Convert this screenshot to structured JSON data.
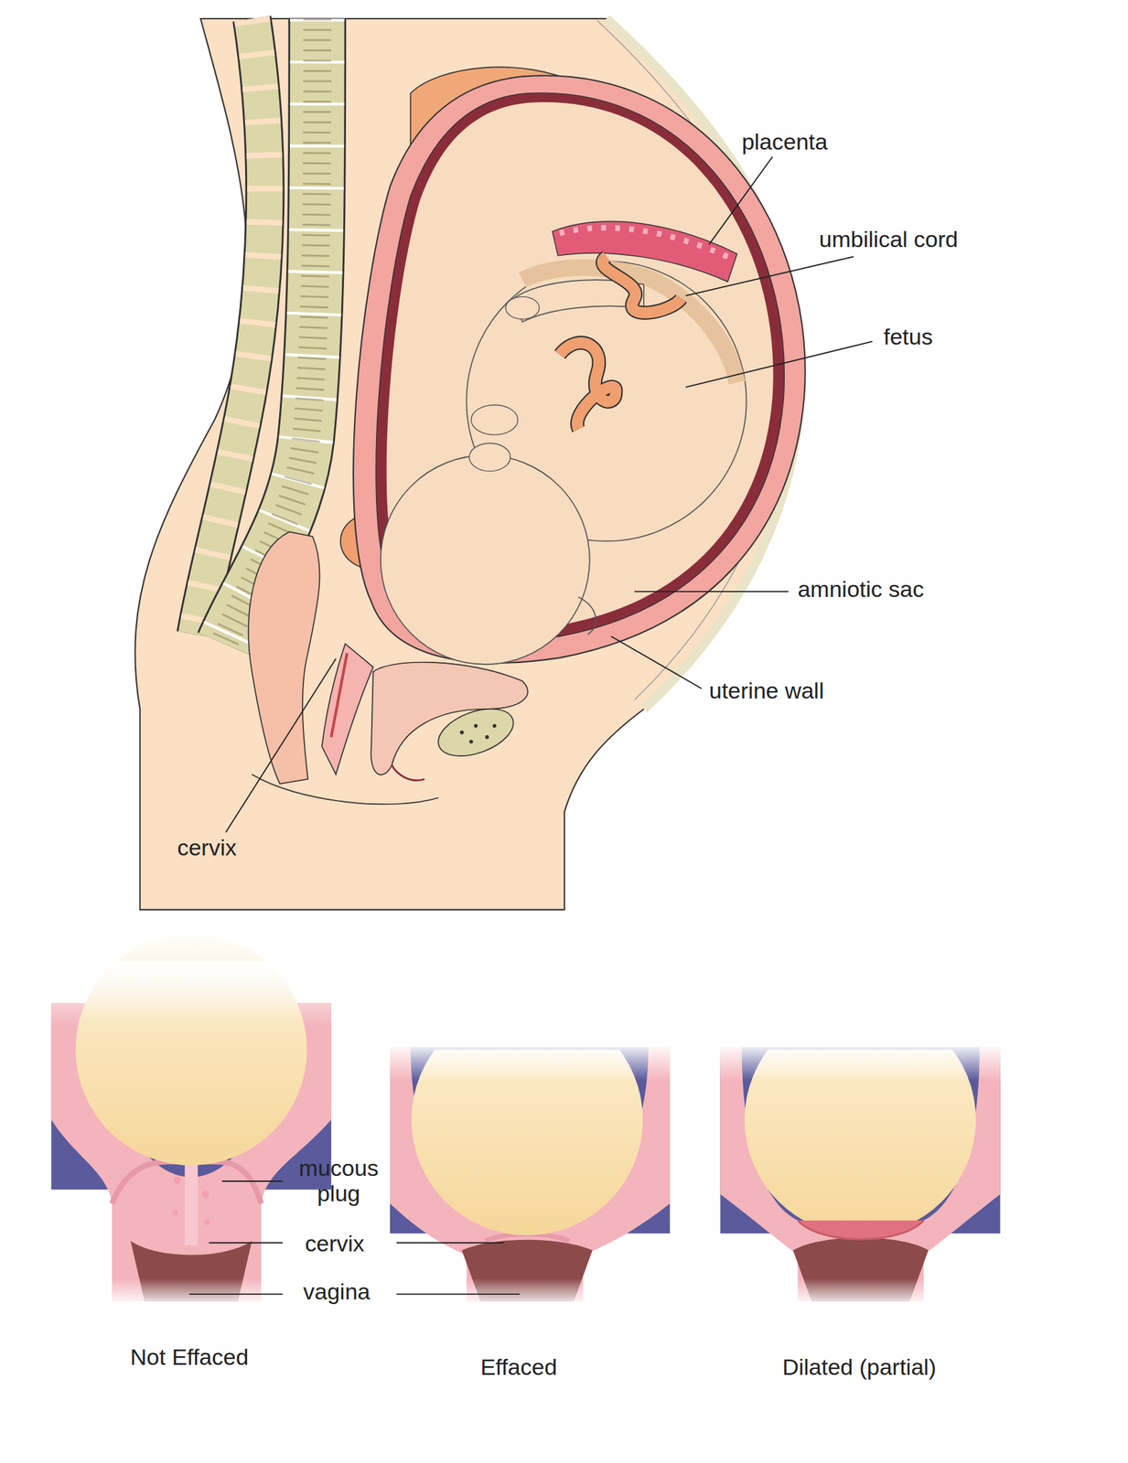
{
  "diagram": {
    "labels": [
      "placenta",
      "umbilical cord",
      "fetus",
      "amniotic sac",
      "uterine wall",
      "cervix",
      "mucous plug",
      "cervix",
      "vagina",
      "Not Effaced",
      "Effaced",
      "Dilated (partial)"
    ]
  }
}
